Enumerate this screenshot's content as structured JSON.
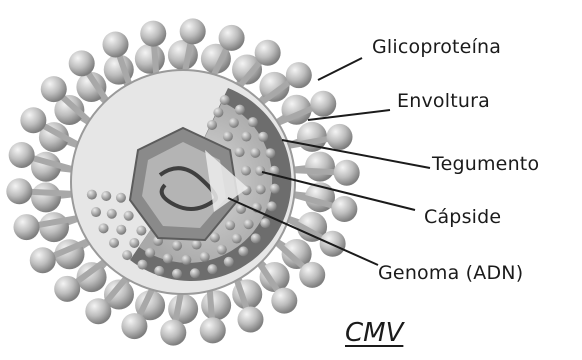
{
  "labels": {
    "glicoproteina": "Glicoproteína",
    "envoltura": "Envoltura",
    "tegumento": "Tegumento",
    "capside": "Cápside",
    "genoma": "Genoma (ADN)"
  },
  "title": "CMV",
  "colors": {
    "spike": "#b9b9b9",
    "envelope": "#6f6f6f",
    "tegument": "#cfcfcf",
    "capsid": "#8c8c8c",
    "leader": "#1b1b1b"
  }
}
